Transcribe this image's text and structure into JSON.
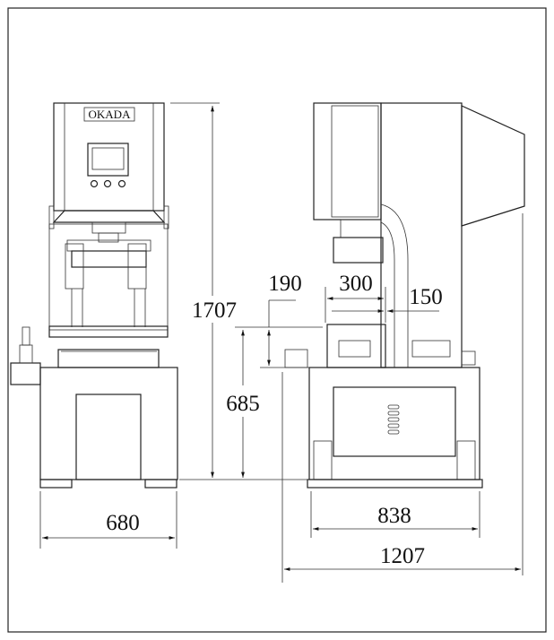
{
  "brand_logo": "OKADA",
  "dimensions": {
    "overall_height": "1707",
    "front_width": "680",
    "table_height": "685",
    "throat_offset": "190",
    "table_depth": "300",
    "throat_depth": "150",
    "base_depth": "838",
    "overall_depth": "1207"
  },
  "colors": {
    "line": "#222222",
    "background": "#ffffff"
  }
}
